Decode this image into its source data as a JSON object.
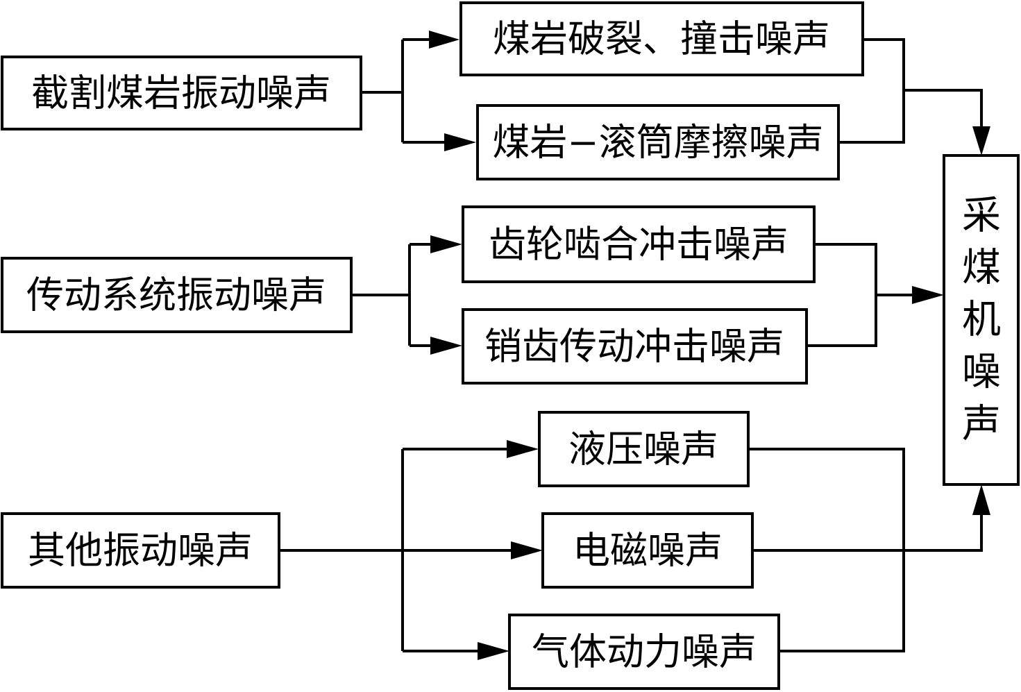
{
  "sources": {
    "cutting": "截割煤岩振动噪声",
    "transmission": "传动系统振动噪声",
    "other": "其他振动噪声"
  },
  "components": {
    "rock_breaking": "煤岩破裂、撞击噪声",
    "drum_friction": "煤岩−滚筒摩擦噪声",
    "gear_mesh": "齿轮啮合冲击噪声",
    "pin_gear": "销齿传动冲击噪声",
    "hydraulic": "液压噪声",
    "electromagnetic": "电磁噪声",
    "aerodynamic": "气体动力噪声"
  },
  "target": {
    "chars": [
      "采",
      "煤",
      "机",
      "噪",
      "声"
    ]
  }
}
